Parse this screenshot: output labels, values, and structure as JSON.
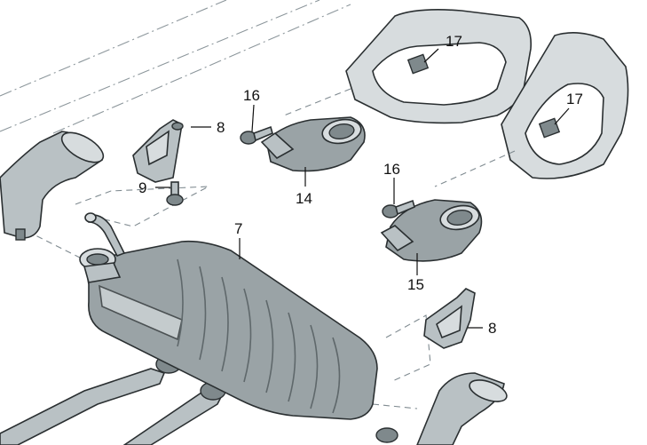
{
  "diagram": {
    "callouts": [
      {
        "id": "c17a",
        "label": "17"
      },
      {
        "id": "c17b",
        "label": "17"
      },
      {
        "id": "c16a",
        "label": "16"
      },
      {
        "id": "c16b",
        "label": "16"
      },
      {
        "id": "c8a",
        "label": "8"
      },
      {
        "id": "c8b",
        "label": "8"
      },
      {
        "id": "c9",
        "label": "9"
      },
      {
        "id": "c14",
        "label": "14"
      },
      {
        "id": "c15",
        "label": "15"
      },
      {
        "id": "c7",
        "label": "7"
      }
    ]
  },
  "colors": {
    "part_fill": "#9aa3a6",
    "part_light": "#d7dcde",
    "outline": "#2a2f31",
    "dash_line": "#7f8a90"
  }
}
